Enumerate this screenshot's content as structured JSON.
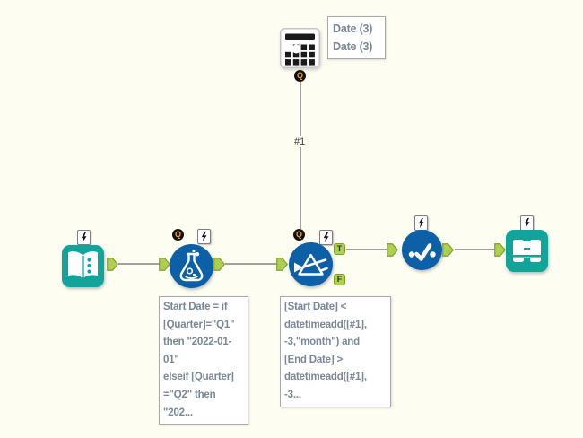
{
  "colors": {
    "canvas_bg": "#fdfdf2",
    "tool_teal": "#12a49a",
    "tool_blue": "#0e60a6",
    "anchor_green": "#aecf52",
    "anchor_border": "#7fa02c",
    "connection_gray": "#a0a0a0",
    "annotation_text": "#7a8795",
    "annotation_border": "#a9a9a9",
    "q_badge_bg": "#101010",
    "q_badge_letter": "#f09d2e"
  },
  "badges": {
    "q": "Q",
    "t": "T",
    "f": "F"
  },
  "connection_label": "#1",
  "annotations": {
    "date": {
      "lines": [
        "Date (3)",
        "Date (3)"
      ]
    },
    "formula": {
      "lines": [
        "Start Date = if",
        "[Quarter]=\"Q1\"",
        "then \"2022-01-",
        "01\"",
        "elseif [Quarter]",
        "=\"Q2\" then",
        "\"202..."
      ]
    },
    "filter": {
      "lines": [
        "[Start Date] <",
        "datetimeadd([#1],",
        "-3,\"month\") and",
        "[End Date] >",
        "datetimeadd([#1],",
        "-3..."
      ]
    }
  }
}
